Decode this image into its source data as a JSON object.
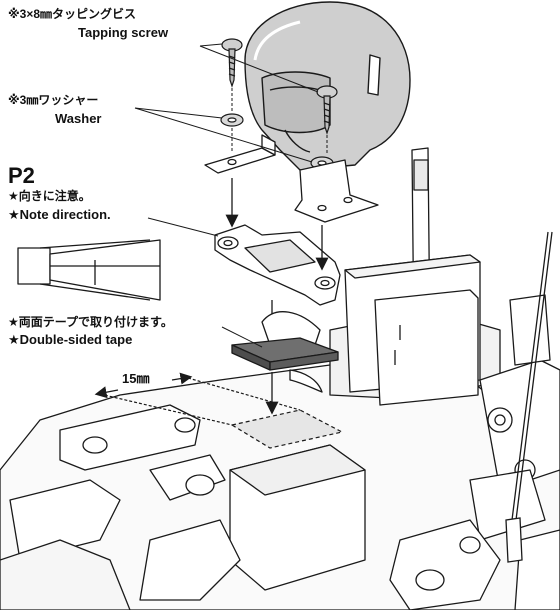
{
  "labels": {
    "screw_jp": "※3×8㎜タッピングビス",
    "screw_en": "Tapping screw",
    "washer_jp": "※3㎜ワッシャー",
    "washer_en": "Washer",
    "part_id": "P2",
    "note_jp": "★向きに注意。",
    "note_en": "★Note direction.",
    "tape_jp": "★両面テープで取り付けます。",
    "tape_en": "★Double-sided tape",
    "dimension": "15㎜"
  },
  "colors": {
    "line": "#1a1a1a",
    "helmet_fill": "#cfcfcf",
    "tape_fill": "#6f6f6f",
    "tape_area": "#e6e6e6"
  }
}
